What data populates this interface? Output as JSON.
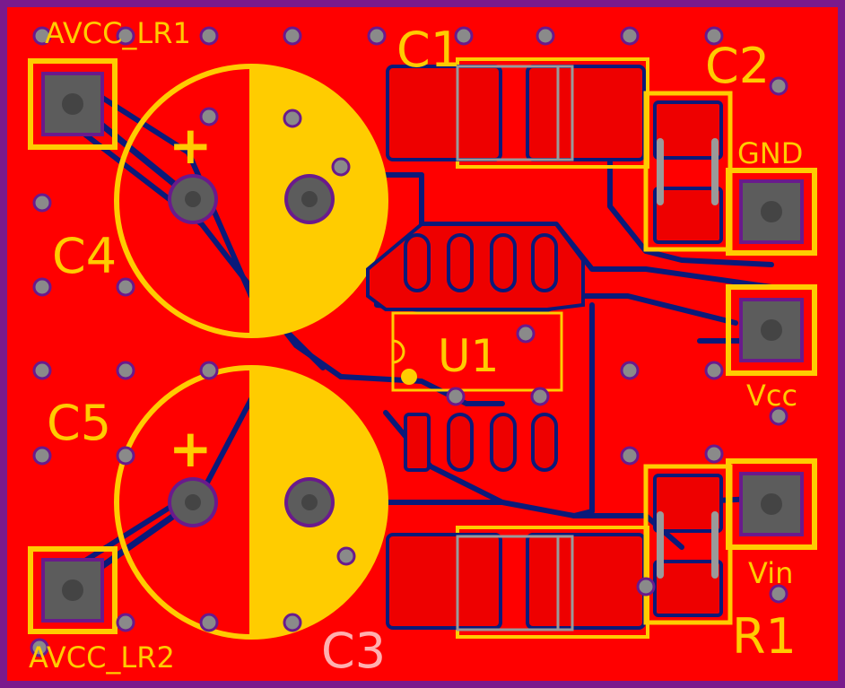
{
  "board": {
    "colors": {
      "board_edge": "#7a1a8c",
      "copper": "#ff0000",
      "trace": "#0a1a7a",
      "silkscreen": "#ffcc00",
      "pad": "#5c5c5c",
      "via": "#8a8a8a",
      "courtyard": "#9a9a9a",
      "label_dim": "#ffb0b0"
    },
    "labels": {
      "avcc_lr1": "AVCC_LR1",
      "avcc_lr2": "AVCC_LR2",
      "c1": "C1",
      "c2": "C2",
      "c3": "C3",
      "c4": "C4",
      "c5": "C5",
      "u1": "U1",
      "r1": "R1",
      "gnd": "GND",
      "vcc": "Vcc",
      "vin": "Vin",
      "plus_c4": "+",
      "plus_c5": "+"
    }
  }
}
